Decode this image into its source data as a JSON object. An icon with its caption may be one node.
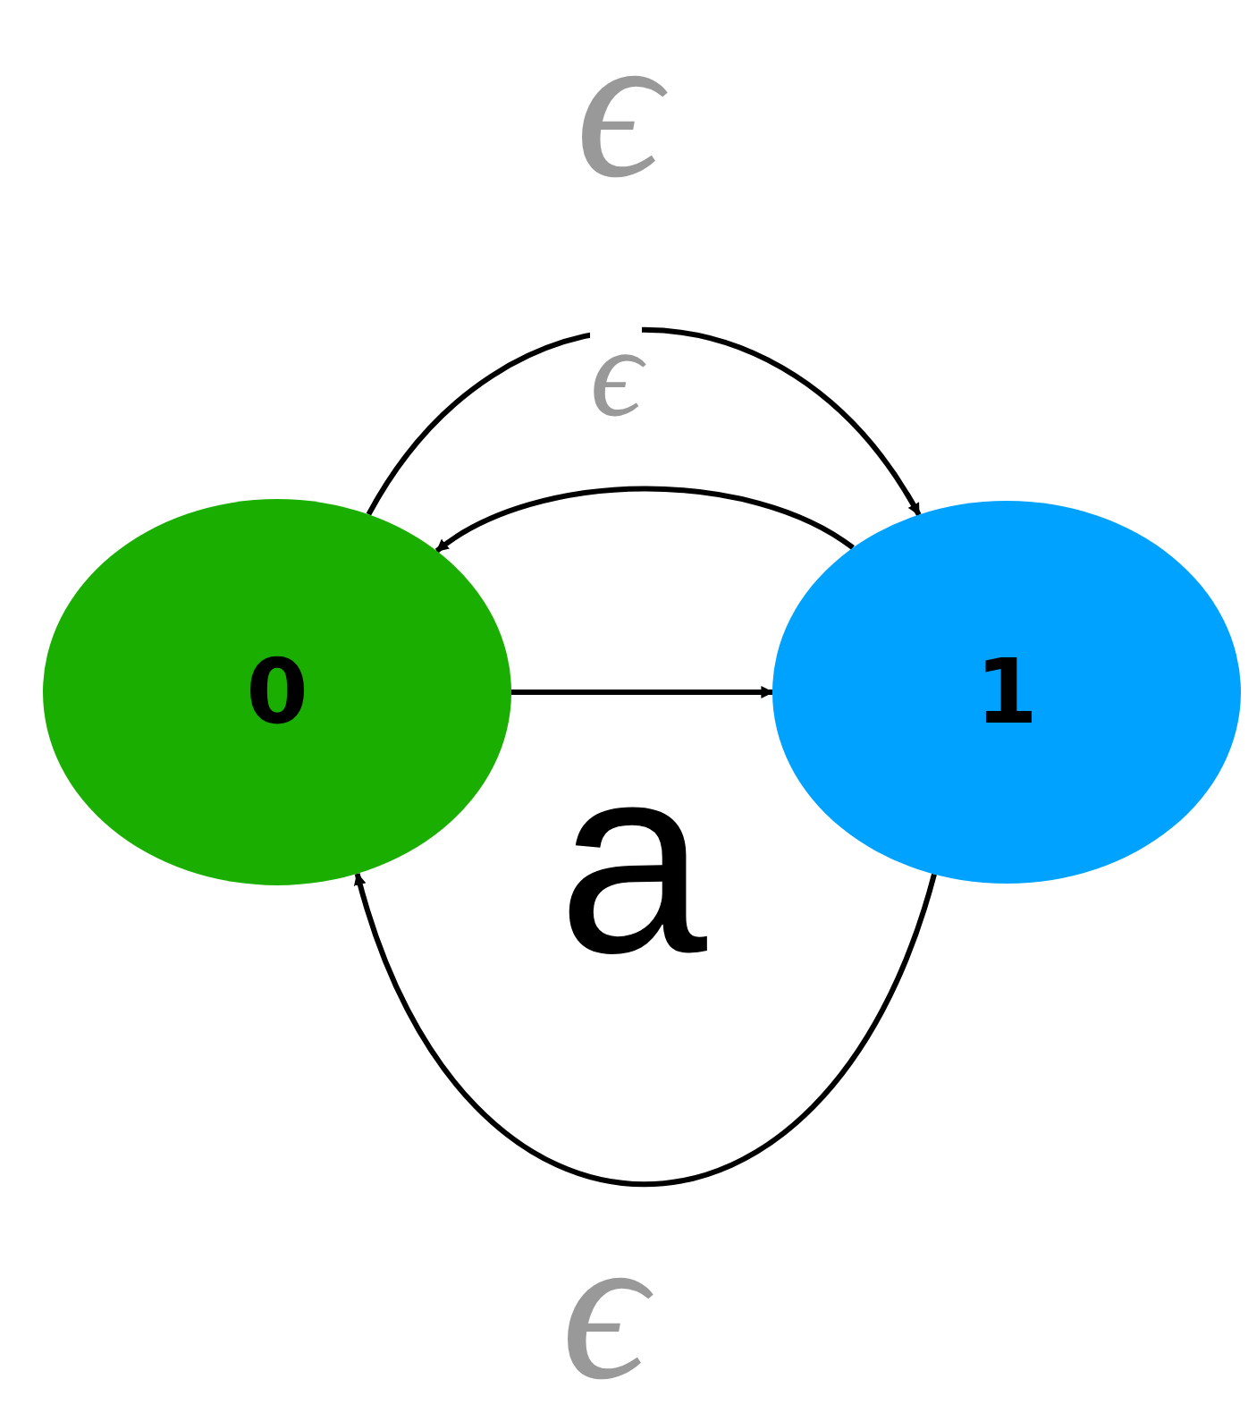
{
  "diagram": {
    "nodes": [
      {
        "text": [
          "0"
        ]
      },
      {
        "text": [
          "1"
        ]
      }
    ],
    "edges": [
      {
        "from": 0,
        "to": 1,
        "arrow": "to",
        "label": "ϵ"
      },
      {
        "from": 1,
        "to": 0,
        "arrow": "to",
        "label": "ϵ"
      },
      {
        "from": 0,
        "to": 1,
        "arrow": "to",
        "label": "a"
      },
      {
        "from": 1,
        "to": 0,
        "arrow": "to",
        "label": "ϵ"
      }
    ]
  }
}
